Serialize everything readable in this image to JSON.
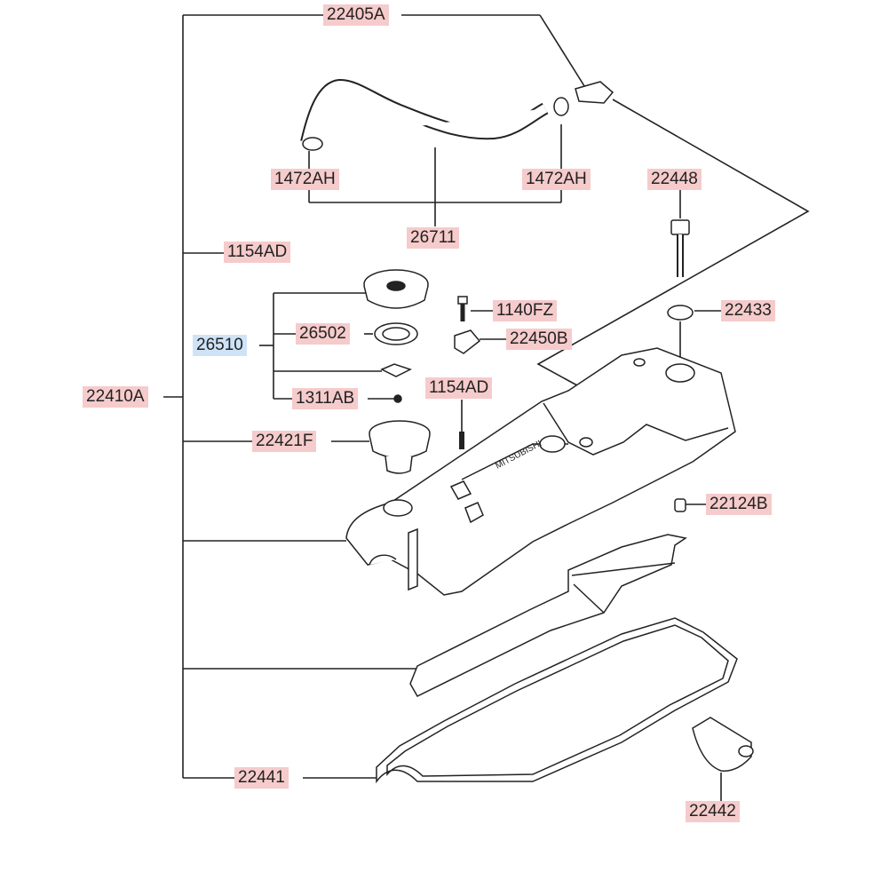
{
  "diagram": {
    "label_color_default": "#f6cbcb",
    "label_color_highlight": "#cfe3f7",
    "line_color": "#222222",
    "labels": {
      "l22405a": "22405A",
      "l1472ah_left": "1472AH",
      "l1472ah_right": "1472AH",
      "l22448": "22448",
      "l26711": "26711",
      "l1154ad_top": "1154AD",
      "l1140fz": "1140FZ",
      "l22433": "22433",
      "l26502": "26502",
      "l22450b": "22450B",
      "l26510": "26510",
      "l22410a": "22410A",
      "l1154ad_mid": "1154AD",
      "l1311ab": "1311AB",
      "l22421f": "22421F",
      "l22124b": "22124B",
      "l22441": "22441",
      "l22442": "22442"
    },
    "cover_brand_text": "MITSUBISHI"
  }
}
